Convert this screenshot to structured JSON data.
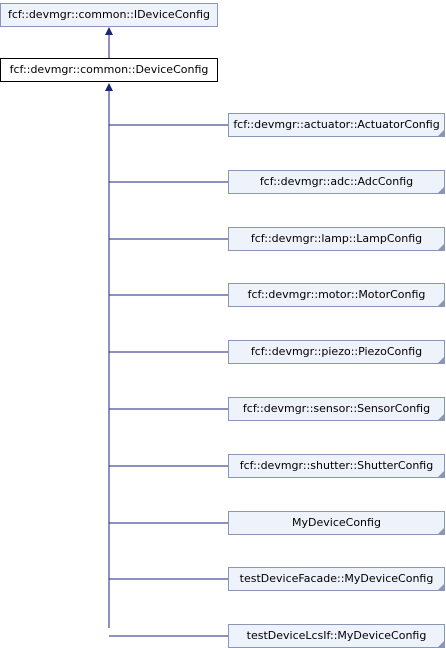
{
  "base_class": "fcf::devmgr::common::IDeviceConfig",
  "main_class": "fcf::devmgr::common::DeviceConfig",
  "derived_classes": [
    "fcf::devmgr::actuator::ActuatorConfig",
    "fcf::devmgr::adc::AdcConfig",
    "fcf::devmgr::lamp::LampConfig",
    "fcf::devmgr::motor::MotorConfig",
    "fcf::devmgr::piezo::PiezoConfig",
    "fcf::devmgr::sensor::SensorConfig",
    "fcf::devmgr::shutter::ShutterConfig",
    "MyDeviceConfig",
    "testDeviceFacade::MyDeviceConfig",
    "testDeviceLcsIf::MyDeviceConfig"
  ],
  "colors": {
    "line": "#1a237e",
    "node_fill": "#eef2fa",
    "node_border": "#8a96b8"
  }
}
